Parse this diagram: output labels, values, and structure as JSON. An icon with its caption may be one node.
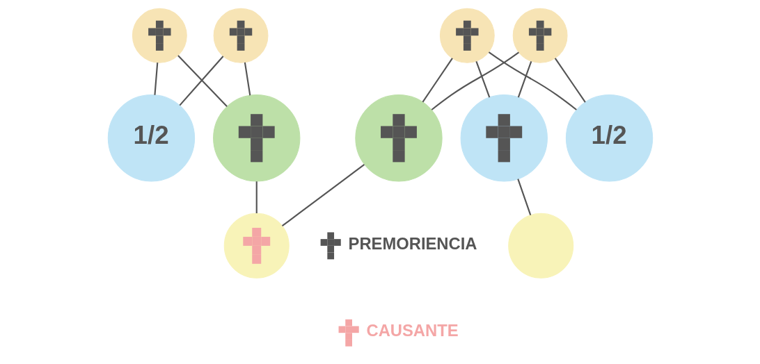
{
  "diagram": {
    "nodes": [
      {
        "text": [],
        "shape": "circle"
      },
      {
        "text": [],
        "shape": "circle"
      },
      {
        "text": [],
        "shape": "circle"
      },
      {
        "text": [],
        "shape": "circle"
      },
      {
        "text": [
          "1/2"
        ]
      },
      {
        "text": [],
        "shape": "circle"
      },
      {
        "text": [],
        "shape": "circle"
      },
      {
        "text": [],
        "shape": "circle"
      },
      {
        "text": [
          "1/2"
        ]
      },
      {
        "text": [],
        "shape": "circle"
      },
      {
        "text": [],
        "shape": "circle"
      }
    ],
    "edges": [
      {
        "from": 0,
        "to": 4,
        "arrow": "none"
      },
      {
        "from": 1,
        "to": 4,
        "arrow": "none"
      },
      {
        "from": 0,
        "to": 5,
        "arrow": "none"
      },
      {
        "from": 1,
        "to": 5,
        "arrow": "none"
      },
      {
        "from": 2,
        "to": 6,
        "arrow": "none"
      },
      {
        "from": 3,
        "to": 6,
        "arrow": "none"
      },
      {
        "from": 2,
        "to": 7,
        "arrow": "none"
      },
      {
        "from": 3,
        "to": 7,
        "arrow": "none"
      },
      {
        "from": 2,
        "to": 8,
        "arrow": "none"
      },
      {
        "from": 3,
        "to": 8,
        "arrow": "none"
      },
      {
        "from": 5,
        "to": 9,
        "arrow": "none"
      },
      {
        "from": 6,
        "to": 9,
        "arrow": "none"
      },
      {
        "from": 7,
        "to": 10,
        "arrow": "none"
      }
    ],
    "legend": [
      {
        "text": "PREMORIENCIA"
      },
      {
        "text": "CAUSANTE"
      }
    ]
  }
}
